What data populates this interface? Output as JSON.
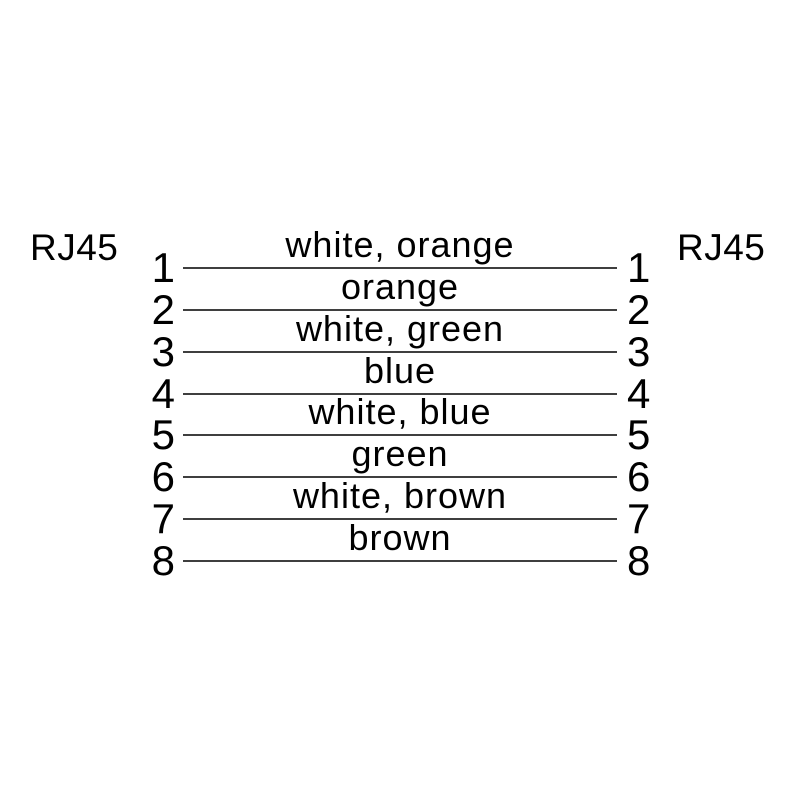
{
  "page": {
    "background": "#ffffff"
  },
  "diagram": {
    "type": "rj45-straight-through-pinout",
    "left_connector": "RJ45",
    "right_connector": "RJ45",
    "colors": {
      "line": "#3f3f3f",
      "text": "#000000",
      "background": "#ffffff"
    },
    "wires": [
      {
        "pin_left": "1",
        "label": "white, orange",
        "pin_right": "1"
      },
      {
        "pin_left": "2",
        "label": "orange",
        "pin_right": "2"
      },
      {
        "pin_left": "3",
        "label": "white, green",
        "pin_right": "3"
      },
      {
        "pin_left": "4",
        "label": "blue",
        "pin_right": "4"
      },
      {
        "pin_left": "5",
        "label": "white, blue",
        "pin_right": "5"
      },
      {
        "pin_left": "6",
        "label": "green",
        "pin_right": "6"
      },
      {
        "pin_left": "7",
        "label": "white, brown",
        "pin_right": "7"
      },
      {
        "pin_left": "8",
        "label": "brown",
        "pin_right": "8"
      }
    ]
  }
}
